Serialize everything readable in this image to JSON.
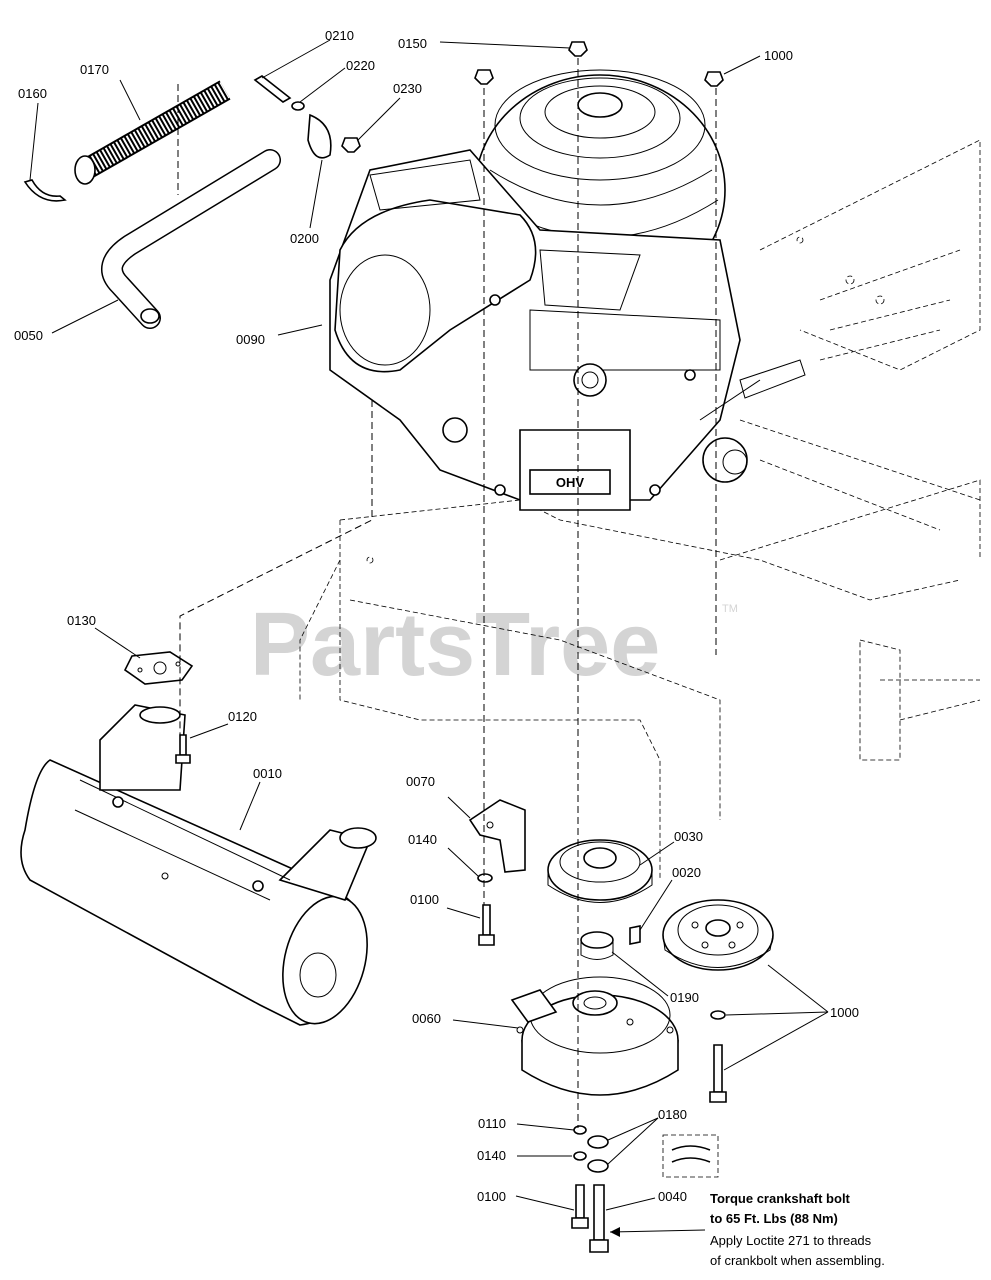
{
  "watermark": {
    "text": "PartsTree",
    "mark": "TM"
  },
  "callouts": {
    "c0210": "0210",
    "c0150": "0150",
    "c1000_top": "1000",
    "c0220": "0220",
    "c0170": "0170",
    "c0160": "0160",
    "c0230": "0230",
    "c0200": "0200",
    "c0050": "0050",
    "c0090": "0090",
    "c0130": "0130",
    "c0120": "0120",
    "c0010": "0010",
    "c0070": "0070",
    "c0030": "0030",
    "c0140_a": "0140",
    "c0020": "0020",
    "c0100_a": "0100",
    "c0190": "0190",
    "c0060": "0060",
    "c1000_bot": "1000",
    "c0110": "0110",
    "c0180": "0180",
    "c0140_b": "0140",
    "c0100_b": "0100",
    "c0040": "0040"
  },
  "note": {
    "line1": "Torque crankshaft bolt",
    "line2": "to 65 Ft. Lbs (88 Nm)",
    "line3": "Apply Loctite 271 to threads",
    "line4": "of crankbolt when assembling."
  },
  "engine_badge": "OHV"
}
